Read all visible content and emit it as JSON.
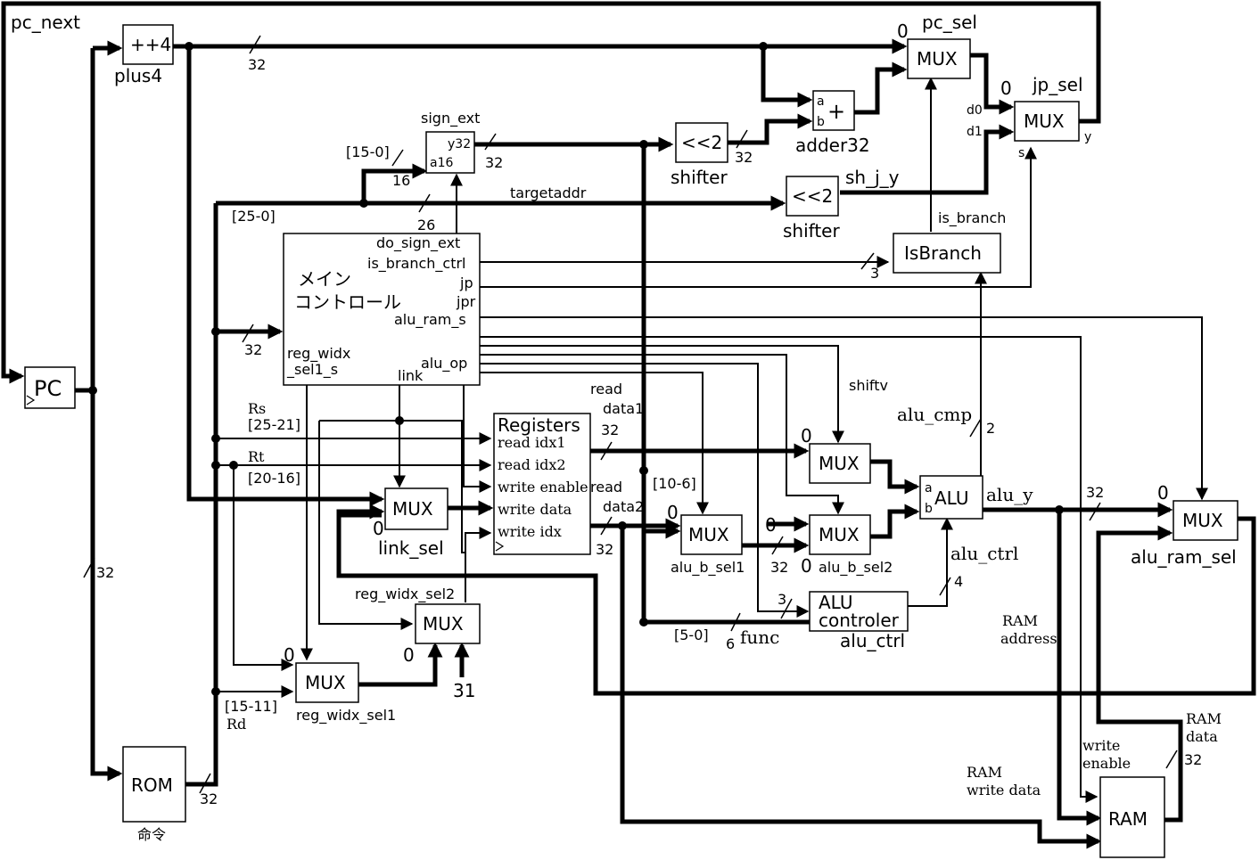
{
  "signals": {
    "pc_next": "pc_next",
    "plus4_label": "plus4",
    "pc_sel": "pc_sel",
    "jp_sel": "jp_sel",
    "sh_j_y": "sh_j_y",
    "is_branch": "is_branch",
    "targetaddr": "targetaddr",
    "shiftv": "shiftv",
    "alu_cmp": "alu_cmp",
    "alu_y": "alu_y",
    "alu_ctrl_in": "alu_ctrl",
    "func": "func",
    "rs": "Rs",
    "rt": "Rt",
    "rd": "Rd",
    "read_data1": "read",
    "read_data1b": "data1",
    "read_data2": "read",
    "read_data2b": "data2",
    "ram_address": "RAM",
    "ram_address2": "address",
    "ram_data": "RAM",
    "ram_data2": "data",
    "ram_write_data": "RAM",
    "ram_write_data2": "write data",
    "write_enable": "write",
    "write_enable2": "enable",
    "link": "link",
    "reg_widx_sel2": "reg_widx_sel2",
    "instr": "命令",
    "y": "y",
    "s": "s",
    "d0": "d0",
    "d1": "d1"
  },
  "blocks": {
    "pc": "PC",
    "plus4": "++4",
    "rom": "ROM",
    "sign_ext": "sign_ext",
    "sign_ext_y": "y32",
    "sign_ext_a": "a16",
    "shifter1": "<<2",
    "shifter1_label": "shifter",
    "shifter2": "<<2",
    "shifter2_label": "shifter",
    "adder_plus": "+",
    "adder_label": "adder32",
    "adder_a": "a",
    "adder_b": "b",
    "mux": "MUX",
    "isbranch": "IsBranch",
    "alu": "ALU",
    "alu_a": "a",
    "alu_b": "b",
    "alu_controler1": "ALU",
    "alu_controler2": "controler",
    "alu_controler_label": "alu_ctrl",
    "ram": "RAM",
    "registers": "Registers",
    "main_control1": "メイン",
    "main_control2": "コントロール",
    "link_sel": "link_sel",
    "alu_b_sel1": "alu_b_sel1",
    "alu_b_sel2": "alu_b_sel2",
    "alu_ram_sel": "alu_ram_sel",
    "reg_widx_sel1": "reg_widx_sel1"
  },
  "control_ports": [
    "do_sign_ext",
    "is_branch_ctrl",
    "jp",
    "jpr",
    "alu_ram_s",
    "reg_widx",
    "_sel1_s",
    "alu_op"
  ],
  "register_ports": [
    "read idx1",
    "read idx2",
    "write enable",
    "write data",
    "write idx"
  ],
  "bus_widths": {
    "w32": "32",
    "w16": "16",
    "w26": "26",
    "w6": "6",
    "w4": "4",
    "w3": "3",
    "w2": "2"
  },
  "bit_ranges": {
    "b15_0": "[15-0]",
    "b25_0": "[25-0]",
    "b25_21": "[25-21]",
    "b20_16": "[20-16]",
    "b15_11": "[15-11]",
    "b10_6": "[10-6]",
    "b5_0": "[5-0]"
  },
  "constants": {
    "zero": "0",
    "thirty_one": "31"
  }
}
